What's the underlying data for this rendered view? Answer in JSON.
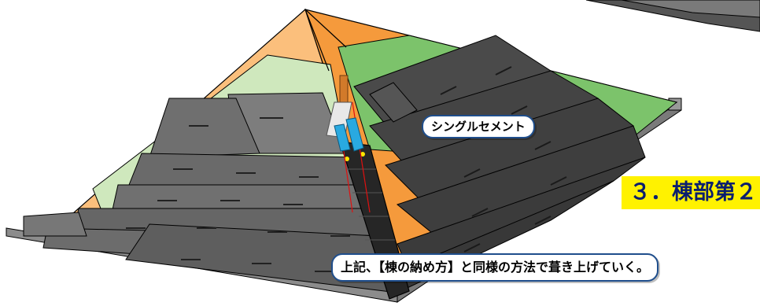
{
  "labels": {
    "shingle_cement": "シングルセメント",
    "step_title": "３．棟部第２",
    "method_note": "上記、【棟の納め方】と同様の方法で葺き上げていく。"
  },
  "colors": {
    "underlay_orange": "#f59a3c",
    "underlay_orange_light": "#fbbf7c",
    "underlay_green": "#7cc36b",
    "underlay_green_light": "#cfe8bd",
    "shingle_gray": "#6f6f6f",
    "shingle_dark": "#3e3e3e",
    "ridge_cap": "#2a2a2a",
    "callout_border": "#1f4e8c",
    "highlight_yellow": "#fff200"
  },
  "icons": [
    "putty-knife-icon",
    "cement-tube-icon"
  ]
}
